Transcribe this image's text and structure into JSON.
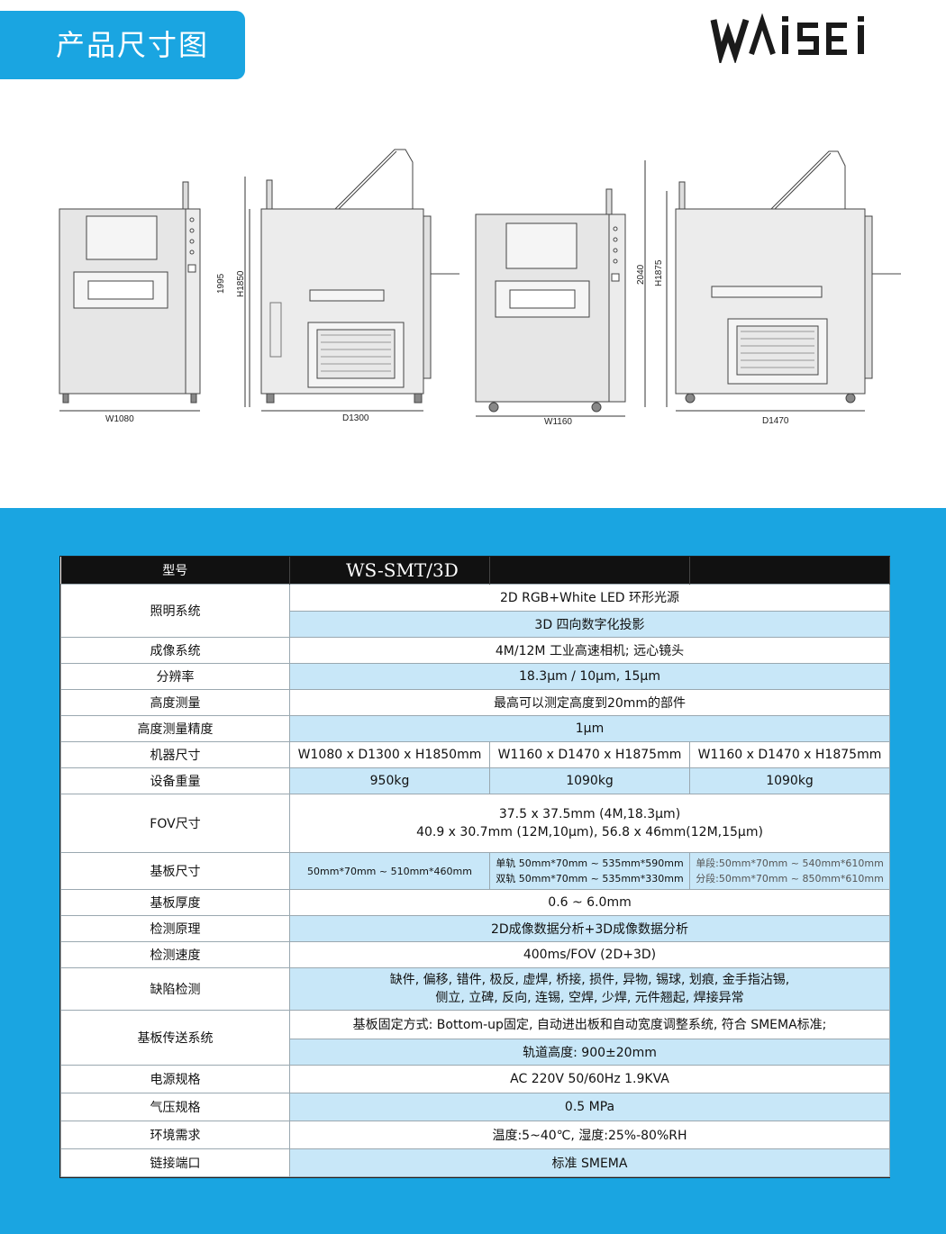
{
  "header": {
    "title": "产品尺寸图",
    "logo_text": "WAISEI"
  },
  "drawings": {
    "views": [
      {
        "width_label": "W1080"
      },
      {
        "height_labels": [
          "1995",
          "H1850"
        ],
        "depth_label": "D1300"
      },
      {
        "width_label": "W1160"
      },
      {
        "height_labels": [
          "2040",
          "H1875"
        ],
        "depth_label": "D1470"
      }
    ]
  },
  "spec_table": {
    "header": {
      "label": "型号",
      "model": "WS-SMT/3D"
    },
    "rows": [
      {
        "label": "照明系统",
        "values": [
          "2D RGB+White LED 环形光源",
          "3D 四向数字化投影"
        ]
      },
      {
        "label": "成像系统",
        "value": "4M/12M 工业高速相机; 远心镜头"
      },
      {
        "label": "分辨率",
        "value": "18.3μm / 10μm, 15μm"
      },
      {
        "label": "高度测量",
        "value": "最高可以测定高度到20mm的部件"
      },
      {
        "label": "高度测量精度",
        "value": "1μm"
      },
      {
        "label": "机器尺寸",
        "cols": [
          "W1080 x D1300 x H1850mm",
          "W1160 x D1470 x H1875mm",
          "W1160 x D1470 x H1875mm"
        ]
      },
      {
        "label": "设备重量",
        "cols": [
          "950kg",
          "1090kg",
          "1090kg"
        ]
      },
      {
        "label": "FOV尺寸",
        "lines": [
          "37.5 x 37.5mm (4M,18.3μm)",
          "40.9 x 30.7mm (12M,10μm), 56.8 x 46mm(12M,15μm)"
        ]
      },
      {
        "label": "基板尺寸",
        "col1": "50mm*70mm ~ 510mm*460mm",
        "col2": [
          "单轨 50mm*70mm ~ 535mm*590mm",
          "双轨 50mm*70mm ~ 535mm*330mm"
        ],
        "col3": [
          "单段:50mm*70mm ~ 540mm*610mm",
          "分段:50mm*70mm ~ 850mm*610mm"
        ]
      },
      {
        "label": "基板厚度",
        "value": "0.6 ~ 6.0mm"
      },
      {
        "label": "检测原理",
        "value": "2D成像数据分析+3D成像数据分析"
      },
      {
        "label": "检测速度",
        "value": "400ms/FOV (2D+3D)"
      },
      {
        "label": "缺陷检测",
        "lines": [
          "缺件, 偏移, 错件, 极反, 虚焊, 桥接, 损件, 异物, 锡球, 划痕, 金手指沾锡,",
          "侧立, 立碑, 反向, 连锡, 空焊, 少焊, 元件翘起, 焊接异常"
        ]
      },
      {
        "label": "基板传送系统",
        "values": [
          "基板固定方式: Bottom-up固定, 自动进出板和自动宽度调整系统, 符合 SMEMA标准;",
          "轨道高度: 900±20mm"
        ]
      },
      {
        "label": "电源规格",
        "value": "AC 220V 50/60Hz 1.9KVA"
      },
      {
        "label": "气压规格",
        "value": "0.5 MPa"
      },
      {
        "label": "环境需求",
        "value": "温度:5~40℃, 湿度:25%-80%RH"
      },
      {
        "label": "链接端口",
        "value": "标准 SMEMA"
      }
    ]
  }
}
